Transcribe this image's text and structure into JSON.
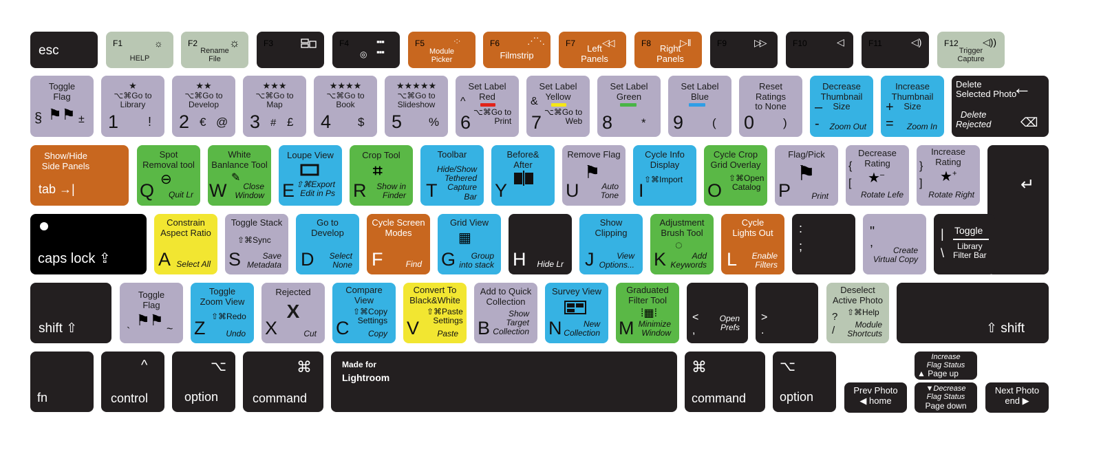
{
  "colors": {
    "dark": "#231f20",
    "gray": "#b3abc4",
    "sage": "#b9c7b3",
    "orange": "#c8671f",
    "blue": "#36b2e3",
    "green": "#5ab846",
    "yellow": "#f2e631",
    "red": "#e2231a",
    "swatch_yellow": "#f5e617",
    "swatch_green": "#49b546",
    "swatch_blue": "#2f9ee6"
  },
  "row0": {
    "esc": "esc",
    "f1": {
      "fn": "F1",
      "label": "HELP",
      "icon": "brightness-low-icon"
    },
    "f2": {
      "fn": "F2",
      "label": "Rename\nFile",
      "icon": "brightness-high-icon"
    },
    "f3": {
      "fn": "F3",
      "icon": "mission-control-icon"
    },
    "f4": {
      "fn": "F4",
      "icon": "launchpad-icon"
    },
    "f5": {
      "fn": "F5",
      "label": "Module\nPicker",
      "icon": "keyboard-light-low-icon"
    },
    "f6": {
      "fn": "F6",
      "label": "Filmstrip",
      "icon": "keyboard-light-high-icon"
    },
    "f7": {
      "fn": "F7",
      "label": "Left\nPanels",
      "icon": "rewind-icon"
    },
    "f8": {
      "fn": "F8",
      "label": "Right\nPanels",
      "icon": "play-pause-icon"
    },
    "f9": {
      "fn": "F9",
      "icon": "fast-forward-icon"
    },
    "f10": {
      "fn": "F10",
      "icon": "mute-icon"
    },
    "f11": {
      "fn": "F11",
      "icon": "volume-down-icon"
    },
    "f12": {
      "fn": "F12",
      "label": "Trigger\nCapture",
      "icon": "volume-up-icon"
    }
  },
  "row1": {
    "k_sect": {
      "top": "Toggle\nFlag",
      "l": "§",
      "r": "±"
    },
    "k1": {
      "stars": "★",
      "top": "⌥⌘Go to\nLibrary",
      "main": "1",
      "r": "!"
    },
    "k2": {
      "stars": "★★",
      "top": "⌥⌘Go to\nDevelop",
      "main": "2",
      "a": "€",
      "r": "@"
    },
    "k3": {
      "stars": "★★★",
      "top": "⌥⌘Go to\nMap",
      "main": "3",
      "a": "#",
      "r": "£"
    },
    "k4": {
      "stars": "★★★★",
      "top": "⌥⌘Go to\nBook",
      "main": "4",
      "r": "$"
    },
    "k5": {
      "stars": "★★★★★",
      "top": "⌥⌘Go to\nSlideshow",
      "main": "5",
      "r": "%"
    },
    "k6": {
      "top": "Set Label\nRed",
      "sub": "⌥⌘Go to\nPrint",
      "main": "6",
      "a": "^"
    },
    "k7": {
      "top": "Set Label\nYellow",
      "sub": "⌥⌘Go to\nWeb",
      "main": "7",
      "a": "&"
    },
    "k8": {
      "top": "Set Label\nGreen",
      "main": "8",
      "r": "*"
    },
    "k9": {
      "top": "Set Label\nBlue",
      "main": "9",
      "r": "("
    },
    "k0": {
      "top": "Reset\nRatings\nto None",
      "main": "0",
      "r": ")"
    },
    "kminus": {
      "top": "Decrease\nThumbnail\nSize",
      "a": "–",
      "b": "-",
      "it": "Zoom Out"
    },
    "kequal": {
      "top": "Increase\nThumbnail\nSize",
      "a": "+",
      "b": "=",
      "it": "Zoom In"
    },
    "kdel": {
      "top": "Delete\nSelected Photo",
      "it": "Delete\nRejected",
      "arrow": "←"
    }
  },
  "row2": {
    "tab": {
      "top": "Show/Hide\nSide Panels",
      "main": "tab →|"
    },
    "q": {
      "top": "Spot\nRemoval tool",
      "main": "Q",
      "it": "Quit Lr"
    },
    "w": {
      "top": "White\nBanlance Tool",
      "main": "W",
      "it": "Close\nWindow"
    },
    "e": {
      "top": "Loupe View",
      "main": "E",
      "it": "⇧⌘Export\nEdit in Ps"
    },
    "r": {
      "top": "Crop Tool",
      "main": "R",
      "it": "Show in\nFinder"
    },
    "t": {
      "top": "Toolbar",
      "main": "T",
      "it": "Hide/Show\nTethered\nCapture\nBar"
    },
    "y": {
      "top": "Before&\nAfter",
      "main": "Y"
    },
    "u": {
      "top": "Remove Flag",
      "main": "U",
      "it": "Auto\nTone"
    },
    "i": {
      "top": "Cycle Info\nDisplay",
      "sub": "⇧⌘Import",
      "main": "I"
    },
    "o": {
      "top": "Cycle Crop\nGrid Overlay",
      "sub": "⇧⌘Open\nCatalog",
      "main": "O"
    },
    "p": {
      "top": "Flag/Pick",
      "main": "P",
      "it": "Print"
    },
    "lbr": {
      "top": "Decrease\nRating",
      "a": "{",
      "b": "[",
      "it": "Rotate Lefe"
    },
    "rbr": {
      "top": "Increase\nRating",
      "a": "}",
      "b": "]",
      "it": "Rotate Right"
    },
    "ret": "↵"
  },
  "row3": {
    "caps": "caps lock ⇪",
    "a": {
      "top": "Constrain\nAspect Ratio",
      "main": "A",
      "it": "Select All"
    },
    "s": {
      "top": "Toggle Stack",
      "sub": "⇧⌘Sync",
      "main": "S",
      "it": "Save\nMetadata"
    },
    "d": {
      "top": "Go to\nDevelop",
      "main": "D",
      "it": "Select\nNone"
    },
    "f": {
      "top": "Cycle Screen\nModes",
      "main": "F",
      "it": "Find"
    },
    "g": {
      "top": "Grid View",
      "main": "G",
      "it": "Group\ninto stack"
    },
    "h": {
      "main": "H",
      "it": "Hide Lr"
    },
    "j": {
      "top": "Show\nClipping",
      "main": "J",
      "it": "View\nOptions..."
    },
    "k": {
      "top": "Adjustment\nBrush Tool",
      "main": "K",
      "it": "Add\nKeywords"
    },
    "l": {
      "top": "Cycle\nLights Out",
      "main": "L",
      "it": "Enable\nFilters"
    },
    "semi": {
      "a": ":",
      "b": ";"
    },
    "quote": {
      "a": "\"",
      "b": ",",
      "it": "Create\nVirtual Copy"
    },
    "pipe": {
      "a": "|",
      "b": "\\",
      "top": "Toggle",
      "sub": "Library\nFilter Bar"
    }
  },
  "row4": {
    "lshift": "shift ⇧",
    "tilde": {
      "top": "Toggle\nFlag",
      "l": "`",
      "r": "~"
    },
    "z": {
      "top": "Toggle\nZoom View",
      "sub": "⇧⌘Redo",
      "main": "Z",
      "it": "Undo"
    },
    "x": {
      "top": "Rejected",
      "main": "X",
      "it": "Cut",
      "mark": "X"
    },
    "c": {
      "top": "Compare\nView",
      "sub": "⇧⌘Copy\nSettings",
      "main": "C",
      "it": "Copy"
    },
    "v": {
      "top": "Convert To\nBlack&White",
      "sub": "⇧⌘Paste\nSettings",
      "main": "V",
      "it": "Paste"
    },
    "b": {
      "top": "Add to Quick\nCollection",
      "main": "B",
      "it": "Show\nTarget\nCollection"
    },
    "n": {
      "top": "Survey View",
      "main": "N",
      "it": "New\nCollection"
    },
    "m": {
      "top": "Graduated\nFilter Tool",
      "main": "M",
      "it": "Minimize\nWindow"
    },
    "comma": {
      "a": "<",
      "b": ",",
      "it": "Open\nPrefs"
    },
    "period": {
      "a": ">",
      "b": "."
    },
    "slash": {
      "top": "Deselect\nActive Photo",
      "a": "?",
      "b": "/",
      "sub": "⇧⌘Help",
      "it": "Module\nShortcuts"
    },
    "rshift": "⇧ shift"
  },
  "row5": {
    "fn": "fn",
    "control": {
      "sym": "^",
      "label": "control"
    },
    "loption": {
      "sym": "⌥",
      "label": "option"
    },
    "lcommand": {
      "sym": "⌘",
      "label": "command"
    },
    "space": {
      "line1": "Made for",
      "line2": "Lightroom"
    },
    "rcommand": {
      "sym": "⌘",
      "label": "command"
    },
    "roption": {
      "sym": "⌥",
      "label": "option"
    },
    "left": "Prev Photo\n◀ home",
    "up": {
      "it": "Increase\nFlag Status",
      "label": "▲ Page up"
    },
    "down": {
      "it": "▼Decrease\nFlag Status",
      "label": "Page down"
    },
    "right": "Next Photo\nend ▶"
  }
}
